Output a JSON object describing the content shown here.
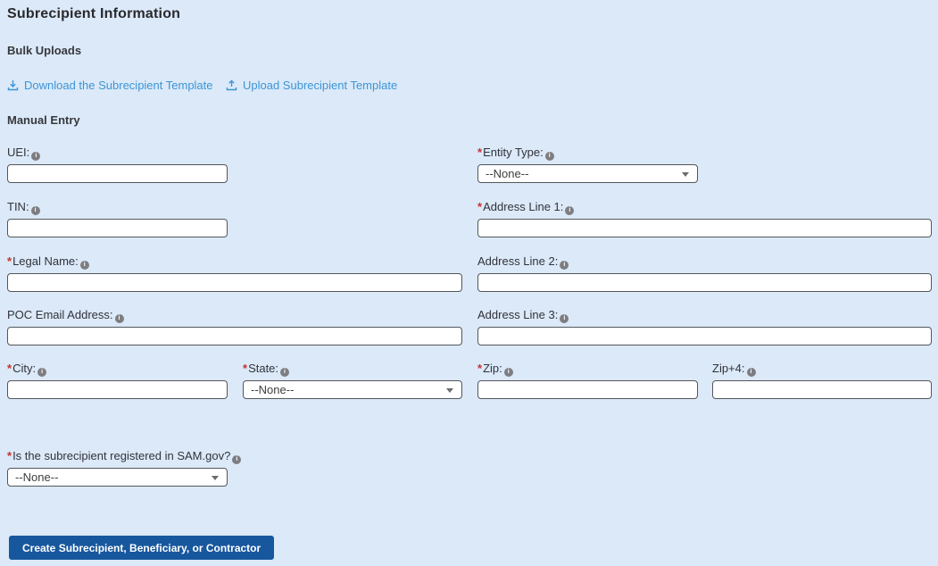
{
  "header": {
    "title": "Subrecipient Information"
  },
  "bulk_uploads": {
    "heading": "Bulk Uploads",
    "download_label": "Download the Subrecipient Template",
    "upload_label": "Upload Subrecipient Template"
  },
  "manual_entry": {
    "heading": "Manual Entry"
  },
  "required_marker": "*",
  "icons": {
    "info": "i"
  },
  "colors": {
    "background": "#dbe9f8",
    "link_blue": "#3c95d6",
    "button_blue": "#17579e",
    "required_red": "#c9302c"
  },
  "fields": {
    "uei": {
      "label": "UEI:",
      "value": "",
      "required": false
    },
    "entity_type": {
      "label": "Entity Type:",
      "value": "--None--",
      "required": true
    },
    "tin": {
      "label": "TIN:",
      "value": "",
      "required": false
    },
    "address_line_1": {
      "label": "Address Line 1:",
      "value": "",
      "required": true
    },
    "legal_name": {
      "label": "Legal Name:",
      "value": "",
      "required": true
    },
    "address_line_2": {
      "label": "Address Line 2:",
      "value": "",
      "required": false
    },
    "poc_email": {
      "label": "POC Email Address:",
      "value": "",
      "required": false
    },
    "address_line_3": {
      "label": "Address Line 3:",
      "value": "",
      "required": false
    },
    "city": {
      "label": "City:",
      "value": "",
      "required": true
    },
    "state": {
      "label": "State:",
      "value": "--None--",
      "required": true
    },
    "zip": {
      "label": "Zip:",
      "value": "",
      "required": true
    },
    "zip_plus_4": {
      "label": "Zip+4:",
      "value": "",
      "required": false
    },
    "sam_registered": {
      "label": "Is the subrecipient registered in SAM.gov?",
      "value": "--None--",
      "required": true
    }
  },
  "actions": {
    "create_button": "Create Subrecipient, Beneficiary, or Contractor"
  }
}
